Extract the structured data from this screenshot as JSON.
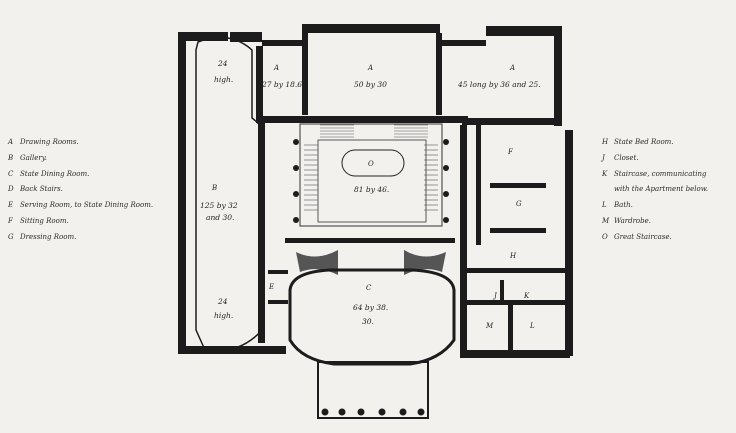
{
  "legend_left": [
    {
      "key": "A",
      "text": "Drawing Rooms."
    },
    {
      "key": "B",
      "text": "Gallery."
    },
    {
      "key": "C",
      "text": "State Dining Room."
    },
    {
      "key": "D",
      "text": "Back Stairs."
    },
    {
      "key": "E",
      "text": "Serving Room, to State Dining Room."
    },
    {
      "key": "F",
      "text": "Sitting Room."
    },
    {
      "key": "G",
      "text": "Dressing Room."
    }
  ],
  "legend_right": [
    {
      "key": "H",
      "text": "State Bed Room."
    },
    {
      "key": "J",
      "text": "Closet."
    },
    {
      "key": "K",
      "text": "Staircase, communicating",
      "cont": "with the Apartment below."
    },
    {
      "key": "L",
      "text": "Bath."
    },
    {
      "key": "M",
      "text": "Wardrobe."
    },
    {
      "key": "O",
      "text": "Great Staircase."
    }
  ],
  "plan": {
    "letters": {
      "A": "A",
      "B": "B",
      "C": "C",
      "E": "E",
      "F": "F",
      "G": "G",
      "H": "H",
      "J": "J",
      "K": "K",
      "L": "L",
      "M": "M",
      "O": "O"
    },
    "dims": {
      "drawing_left": "27 by 18.6",
      "drawing_center": "50 by 30",
      "drawing_right": "45 long by 36 and 25.",
      "gallery_top_1": "24",
      "gallery_top_2": "high.",
      "gallery_mid_1": "125 by 32",
      "gallery_mid_2": "and 30.",
      "gallery_bot_1": "24",
      "gallery_bot_2": "high.",
      "stair": "81 by 46.",
      "dining_1": "64 by 38.",
      "dining_2": "30."
    }
  }
}
